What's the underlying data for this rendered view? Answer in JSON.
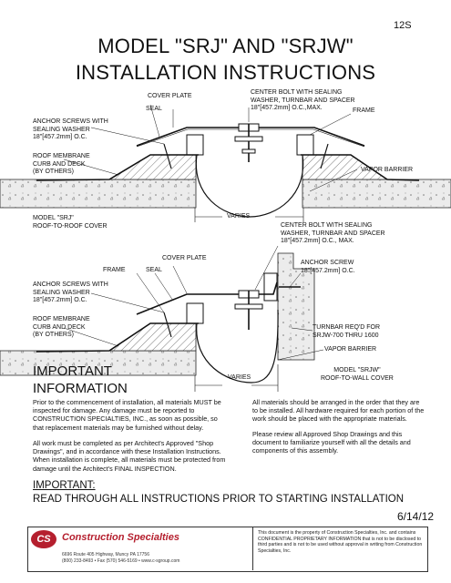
{
  "page_code": "12S",
  "title_line1": "MODEL \"SRJ\" AND \"SRJW\"",
  "title_line2": "INSTALLATION INSTRUCTIONS",
  "fig1": {
    "cover_plate": "COVER PLATE",
    "seal": "SEAL",
    "center_bolt": "CENTER BOLT WITH SEALING\nWASHER, TURNBAR AND SPACER\n18\"[457.2mm] O.C.,MAX.",
    "frame": "FRAME",
    "anchor_screws": "ANCHOR SCREWS WITH\nSEALING WASHER\n18\"[457.2mm] O.C.",
    "roof_membrane": "ROOF MEMBRANE\nCURB AND DECK\n(BY OTHERS)",
    "vapor_barrier": "VAPOR BARRIER",
    "model": "MODEL \"SRJ\"\nROOF-TO-ROOF COVER",
    "varies": "VARIES"
  },
  "fig2": {
    "center_bolt": "CENTER BOLT WITH SEALING\nWASHER, TURNBAR AND SPACER\n18\"[457.2mm] O.C., MAX.",
    "cover_plate": "COVER PLATE",
    "frame": "FRAME",
    "seal": "SEAL",
    "anchor_screw": "ANCHOR SCREW\n18\"[457.2mm] O.C.",
    "anchor_screws": "ANCHOR SCREWS WITH\nSEALING WASHER\n18\"[457.2mm] O.C.",
    "roof_membrane": "ROOF MEMBRANE\nCURB AND DECK\n(BY OTHERS)",
    "turnbar": "TURNBAR REQ'D FOR\nSRJW-700 THRU 1600",
    "vapor_barrier": "VAPOR BARRIER",
    "varies": "VARIES",
    "model": "MODEL \"SRJW\"\nROOF-TO-WALL COVER"
  },
  "important_heading_1": "IMPORTANT",
  "important_heading_2": "INFORMATION",
  "para_left_1": "Prior to the commencement of installation, all materials MUST be inspected for damage.  Any damage must be reported to CONSTRUCTION SPECIALTIES, INC., as soon as possible, so that replacement materials may be furnished without delay.",
  "para_left_2": "All work must be completed as per Architect's Approved \"Shop Drawings\", and in accordance with these Installation Instructions.  When installation is complete, all materials must be protected from damage until the Architect's FINAL INSPECTION.",
  "para_right_1": "All materials should be arranged in the order that they are to be installed.  All hardware required for each portion of the work should be placed with the appropriate materials.",
  "para_right_2": "Please review all Approved Shop Drawings and this document to familiarize yourself with all the details and components of this assembly.",
  "important_line1": "IMPORTANT:",
  "important_line2": "READ THROUGH ALL INSTRUCTIONS PRIOR TO STARTING INSTALLATION",
  "date": "6/14/12",
  "logo_text": "CS",
  "brand": "Construction Specialties",
  "address": "6696 Route 405 Highway, Muncy PA 17756\n(800) 233-8493 • Fax (570) 546-5169 • www.c-sgroup.com",
  "confidential": "This document is the property of Construction Specialties, Inc. and contains CONFIDENTIAL PROPRIETARY INFORMATION that is not to be disclosed to third parties and is not to be used without approval in writing from Construction Specialties, Inc."
}
